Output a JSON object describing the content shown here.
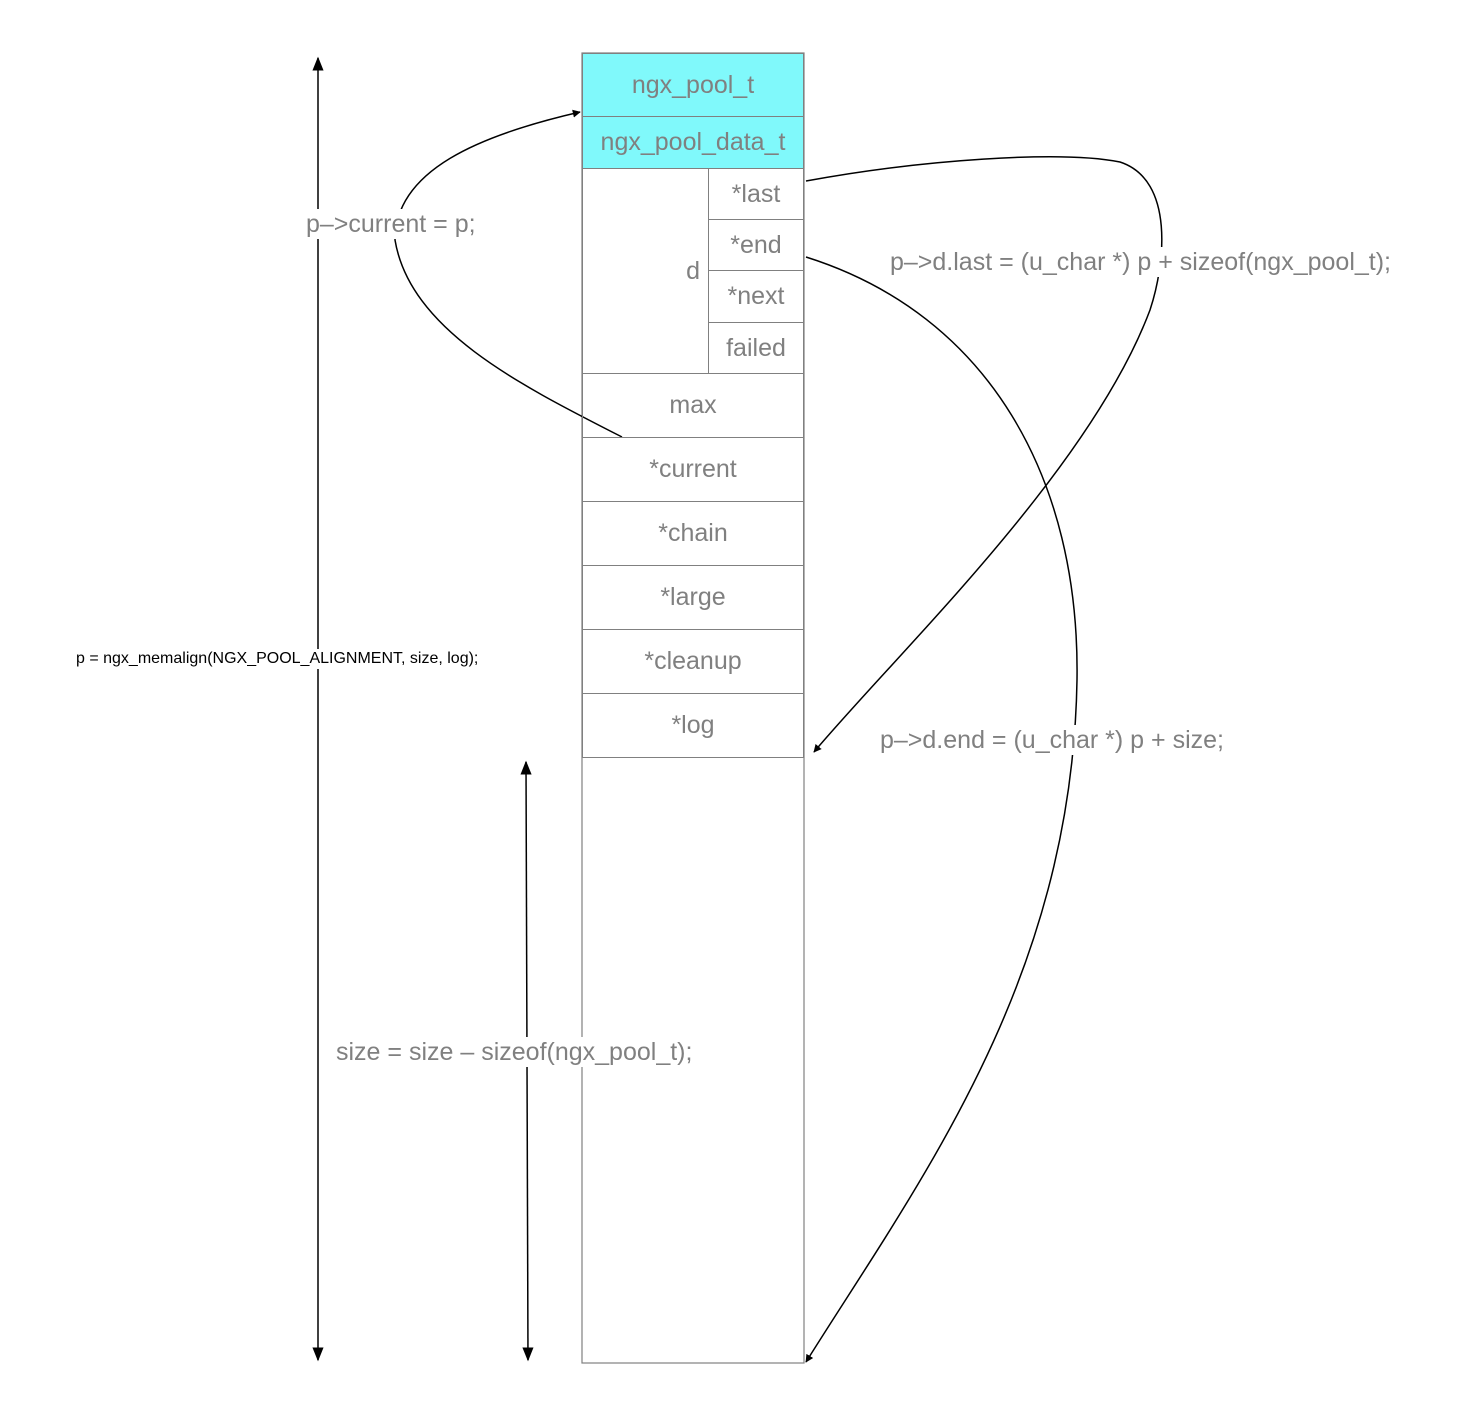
{
  "colors": {
    "header_fill": "#80f9fb",
    "border": "#808080",
    "text": "#808080",
    "arrow": "#000000"
  },
  "struct": {
    "header": "ngx_pool_t",
    "data_header": "ngx_pool_data_t",
    "d_label": "d",
    "d_fields": [
      "*last",
      "*end",
      "*next",
      "failed"
    ],
    "fields": [
      "max",
      "*current",
      "*chain",
      "*large",
      "*cleanup",
      "*log"
    ]
  },
  "annotations": {
    "current": "p–>current = p;",
    "d_last": "p–>d.last = (u_char *) p + sizeof(ngx_pool_t);",
    "d_end": "p–>d.end = (u_char *) p + size;",
    "memalign": "p = ngx_memalign(NGX_POOL_ALIGNMENT, size, log);",
    "size": "size = size – sizeof(ngx_pool_t);"
  }
}
